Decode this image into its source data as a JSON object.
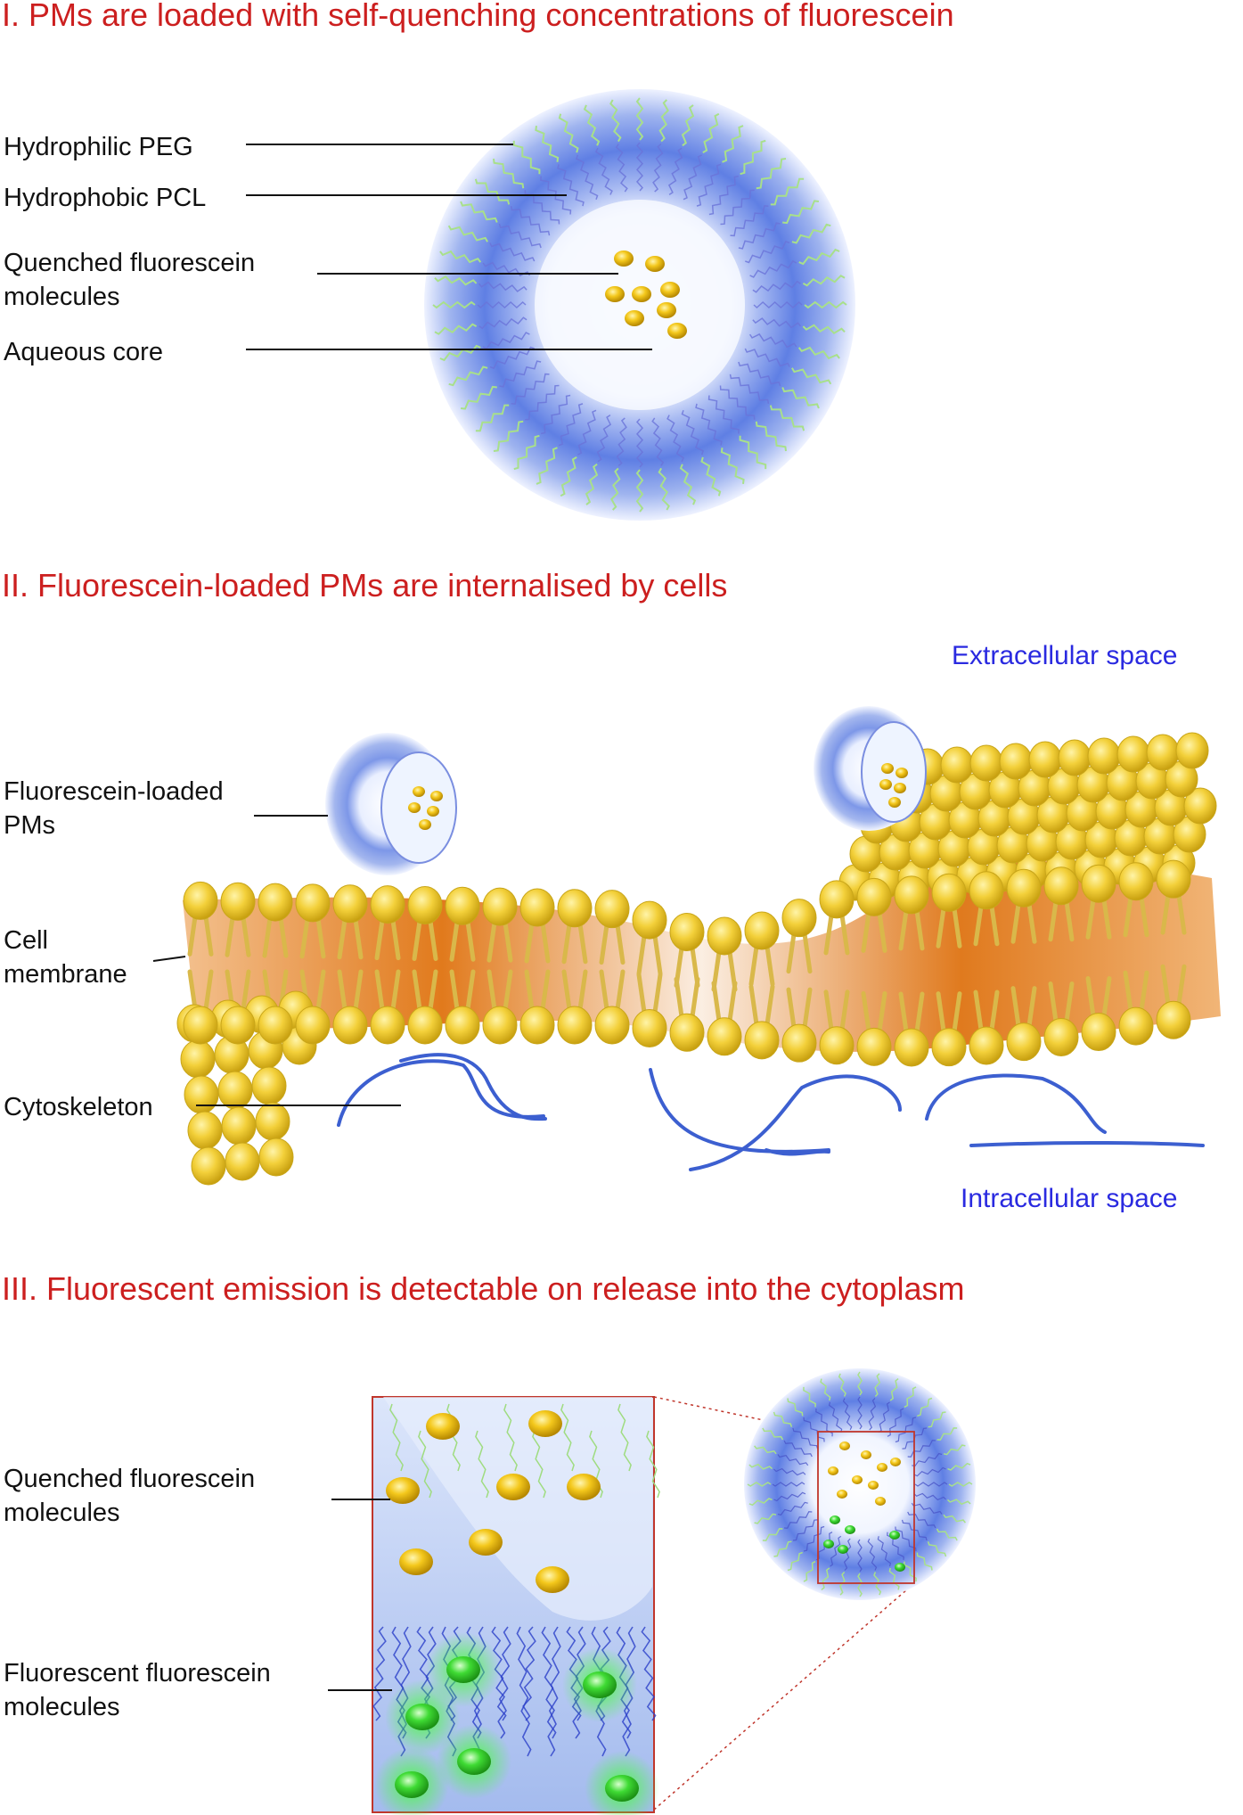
{
  "colors": {
    "title": "#cc1f1f",
    "label": "#111111",
    "space_label": "#2a2ae0",
    "micelle_blue": "#4a6fe0",
    "peg_green": "#a8e08a",
    "fluorescein_quenched": "#f0c020",
    "fluorescein_fluorescent": "#33d12e",
    "membrane_head": "#f2cf3a",
    "membrane_core": "#e07d22",
    "cytoskeleton": "#3c5fd0",
    "inset_frame": "#c0362c"
  },
  "section1": {
    "title": "I. PMs are loaded with self-quenching concentrations of fluorescein",
    "labels": {
      "peg": "Hydrophilic PEG",
      "pcl": "Hydrophobic PCL",
      "quenched_line1": "Quenched fluorescein",
      "quenched_line2": "molecules",
      "core": "Aqueous core"
    }
  },
  "section2": {
    "title": "II. Fluorescein-loaded PMs are internalised by cells",
    "extracellular": "Extracellular space",
    "intracellular": "Intracellular space",
    "labels": {
      "pms_line1": "Fluorescein-loaded",
      "pms_line2": "PMs",
      "membrane_line1": "Cell",
      "membrane_line2": "membrane",
      "cytoskeleton": "Cytoskeleton"
    }
  },
  "section3": {
    "title": "III. Fluorescent emission is detectable on release into the cytoplasm",
    "labels": {
      "quenched_line1": "Quenched fluorescein",
      "quenched_line2": "molecules",
      "fluorescent_line1": "Fluorescent fluorescein",
      "fluorescent_line2": "molecules"
    }
  }
}
